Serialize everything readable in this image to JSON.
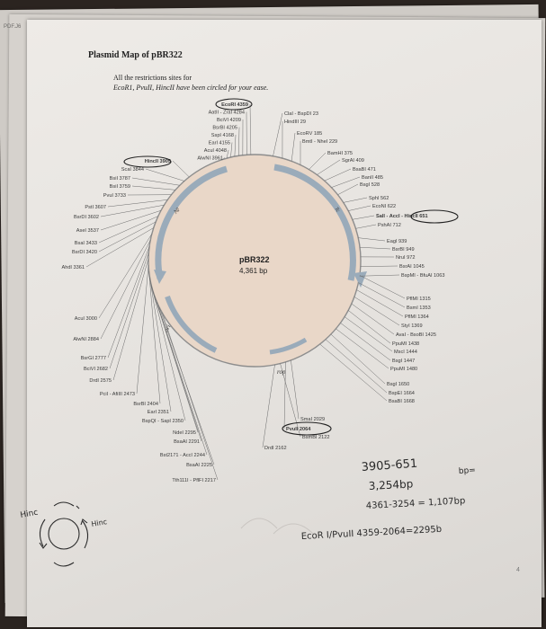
{
  "pdf_tag": "PDF.J6",
  "doc": {
    "title": "Plasmid Map of pBR322",
    "intro_line1": "All the restrictions sites for",
    "intro_line2": "EcoR1, PvuII, HincII have been circled for your ease.",
    "page_number": "4"
  },
  "plasmid": {
    "name": "pBR322",
    "size": "4,361 bp",
    "features": {
      "amp": "Ap",
      "ori": "ori",
      "tc": "Tc",
      "rop": "rop"
    }
  },
  "sites_top": [
    "EcoRI 4359",
    "AatII - ZraI 4284",
    "BciVI 4209",
    "BsrBI 4205",
    "SspI 4168",
    "EarI 4155",
    "AcuI 4048",
    "AlwNI 3961"
  ],
  "sites_top_right": [
    "ClaI - BspDI 23",
    "HindIII 29",
    "EcoRV 185",
    "BmtI - NheI 229",
    "BamHI 375",
    "SgrAI 409",
    "BsaBI 471",
    "BanII 485",
    "BsgI 528",
    "SphI 562",
    "EcoNI 622",
    "SalI - AccI - HincII 651",
    "PshAI 712",
    "EagI 939",
    "BsrBI 949",
    "NruI 972",
    "BsrAI 1045",
    "BspMI - BfuAI 1063"
  ],
  "sites_left": [
    "HincII 3905",
    "ScaI 3844",
    "BsiI 3787",
    "BsiI 3759",
    "PvuI 3733",
    "PstI 3607",
    "BsrDI 3602",
    "AseI 3537",
    "BsaI 3433",
    "BsrDI 3420",
    "AhdI 3361",
    "AcuI 3000",
    "AlwNI 2884",
    "BsrGI 2777",
    "BciVI 2682",
    "DrdI 2575",
    "PciI - AfiIII 2473",
    "BsrBI 2404",
    "EarI 2351",
    "BspQI - SapI 2350",
    "NdeI 2295",
    "BsaAI 2291",
    "Bst2171 - AccI 2244",
    "BsaAI 2225",
    "Tth111I - PflFI 2217"
  ],
  "sites_right": [
    "PflMI 1315",
    "BsmI 1353",
    "PflMI 1364",
    "StyI 1369",
    "AvaI - BsoBI 1425",
    "PpuMI 1438",
    "MscI 1444",
    "BsgI 1447",
    "PpuMI 1480",
    "BsgI 1650",
    "BspEI 1664",
    "BsaBI 1668"
  ],
  "sites_bottom": [
    "SmaI 2029",
    "PvuII 2064",
    "BsmBI 2122",
    "DrdI 2162"
  ],
  "handwriting": {
    "line1a": "3905-651",
    "line1b": "bp=",
    "line2": "3,254bp",
    "line3": "4361-3254 = 1,107bp",
    "line4": "EcoR I/PvuII 4359-2064=2295b",
    "label_hinc_left": "Hinc",
    "label_hinc_right": "Hinc"
  },
  "colors": {
    "circle_fill": "#e9d7c8",
    "arrow": "#9aabba",
    "ink": "#2a2a2a"
  }
}
